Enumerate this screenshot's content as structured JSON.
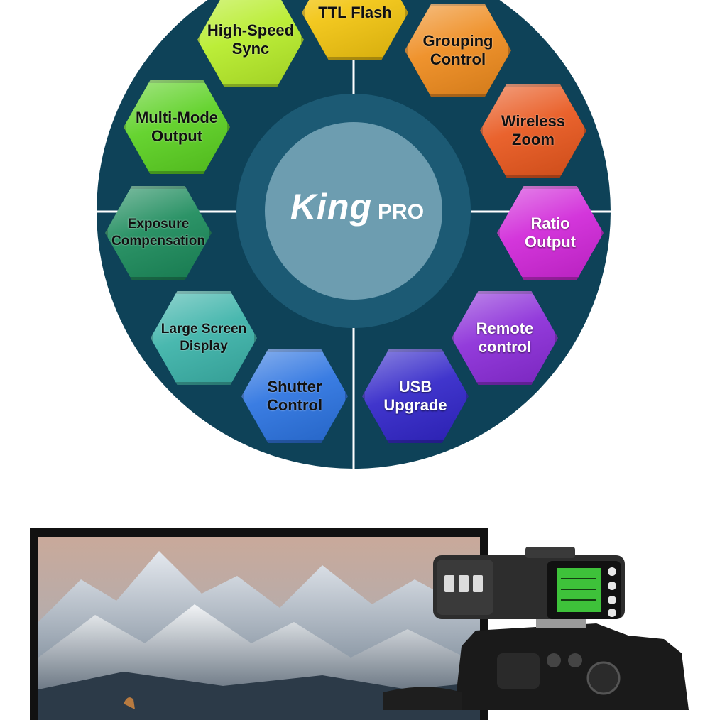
{
  "wheel": {
    "brand": {
      "name": "King",
      "suffix": "PRO"
    },
    "features": [
      {
        "label": "TTL Flash",
        "color": "#f2c40e",
        "text_style": "dark"
      },
      {
        "label": "Grouping\nControl",
        "color": "#ee8a1c",
        "text_style": "dark"
      },
      {
        "label": "Wireless\nZoom",
        "color": "#e8561c",
        "text_style": "dark"
      },
      {
        "label": "Ratio\nOutput",
        "color": "#d025d8",
        "text_style": "light"
      },
      {
        "label": "Remote\ncontrol",
        "color": "#8a2bd8",
        "text_style": "light"
      },
      {
        "label": "USB\nUpgrade",
        "color": "#3024c8",
        "text_style": "light"
      },
      {
        "label": "Shutter\nControl",
        "color": "#2a72e0",
        "text_style": "dark"
      },
      {
        "label": "Large Screen\nDisplay",
        "color": "#3ab2a8",
        "text_style": "dark"
      },
      {
        "label": "Exposure\nCompensation",
        "color": "#1a8a5a",
        "text_style": "dark"
      },
      {
        "label": "Multi-Mode\nOutput",
        "color": "#5ad020",
        "text_style": "dark"
      },
      {
        "label": "High-Speed\nSync",
        "color": "#b6ec28",
        "text_style": "dark"
      }
    ],
    "colors": {
      "outer": "#0e4258",
      "divider": "#ffffff"
    }
  },
  "photo": {
    "subject": "snowy mountain landscape",
    "device": "flash trigger mounted on camera with green LCD"
  }
}
